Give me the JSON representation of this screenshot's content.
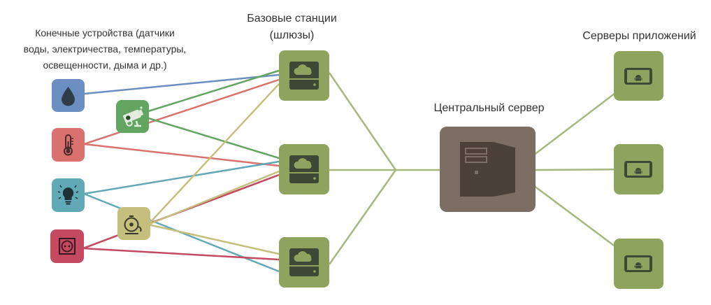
{
  "labels": {
    "devices_line1": "Конечные устройства (датчики",
    "devices_line2": "воды, электричества, температуры,",
    "devices_line3": "освещенности, дыма и др.)",
    "stations_line1": "Базовые станции",
    "stations_line2": "(шлюзы)",
    "central": "Центральный сервер",
    "apps": "Серверы приложений"
  },
  "colors": {
    "water": "#6a8fc0",
    "temperature": "#d9716e",
    "light": "#62a9b8",
    "socket": "#c44a62",
    "camera": "#62a561",
    "smoke": "#c4bf7d",
    "gateway": "#8ea45e",
    "server": "#7c6e64",
    "app": "#8ea45e",
    "link": "#a6b77e",
    "icon": "#3d4836"
  },
  "nodes": {
    "devices": [
      {
        "id": "water",
        "icon": "water-drop-icon"
      },
      {
        "id": "temperature",
        "icon": "thermometer-icon"
      },
      {
        "id": "light",
        "icon": "light-bulb-icon"
      },
      {
        "id": "socket",
        "icon": "power-socket-icon"
      },
      {
        "id": "camera",
        "icon": "camera-icon"
      },
      {
        "id": "smoke",
        "icon": "smoke-alarm-icon"
      }
    ],
    "gateways": [
      {
        "id": "gw1",
        "icon": "cloud-drive-icon"
      },
      {
        "id": "gw2",
        "icon": "cloud-drive-icon"
      },
      {
        "id": "gw3",
        "icon": "cloud-drive-icon"
      }
    ],
    "central": {
      "id": "central",
      "icon": "server-tower-icon"
    },
    "apps": [
      {
        "id": "app1",
        "icon": "android-tablet-icon"
      },
      {
        "id": "app2",
        "icon": "android-tablet-icon"
      },
      {
        "id": "app3",
        "icon": "android-tablet-icon"
      }
    ]
  },
  "links": [
    {
      "from": "water",
      "to": "gw1"
    },
    {
      "from": "temperature",
      "to": "gw1"
    },
    {
      "from": "temperature",
      "to": "gw2"
    },
    {
      "from": "light",
      "to": "gw2"
    },
    {
      "from": "light",
      "to": "gw3"
    },
    {
      "from": "socket",
      "to": "gw2"
    },
    {
      "from": "socket",
      "to": "gw3"
    },
    {
      "from": "camera",
      "to": "gw1"
    },
    {
      "from": "camera",
      "to": "gw2"
    },
    {
      "from": "smoke",
      "to": "gw1"
    },
    {
      "from": "smoke",
      "to": "gw2"
    },
    {
      "from": "smoke",
      "to": "gw3"
    },
    {
      "from": "gw1",
      "to": "hub"
    },
    {
      "from": "gw2",
      "to": "hub"
    },
    {
      "from": "gw3",
      "to": "hub"
    },
    {
      "from": "hub",
      "to": "central"
    },
    {
      "from": "central",
      "to": "app1"
    },
    {
      "from": "central",
      "to": "app2"
    },
    {
      "from": "central",
      "to": "app3"
    }
  ]
}
